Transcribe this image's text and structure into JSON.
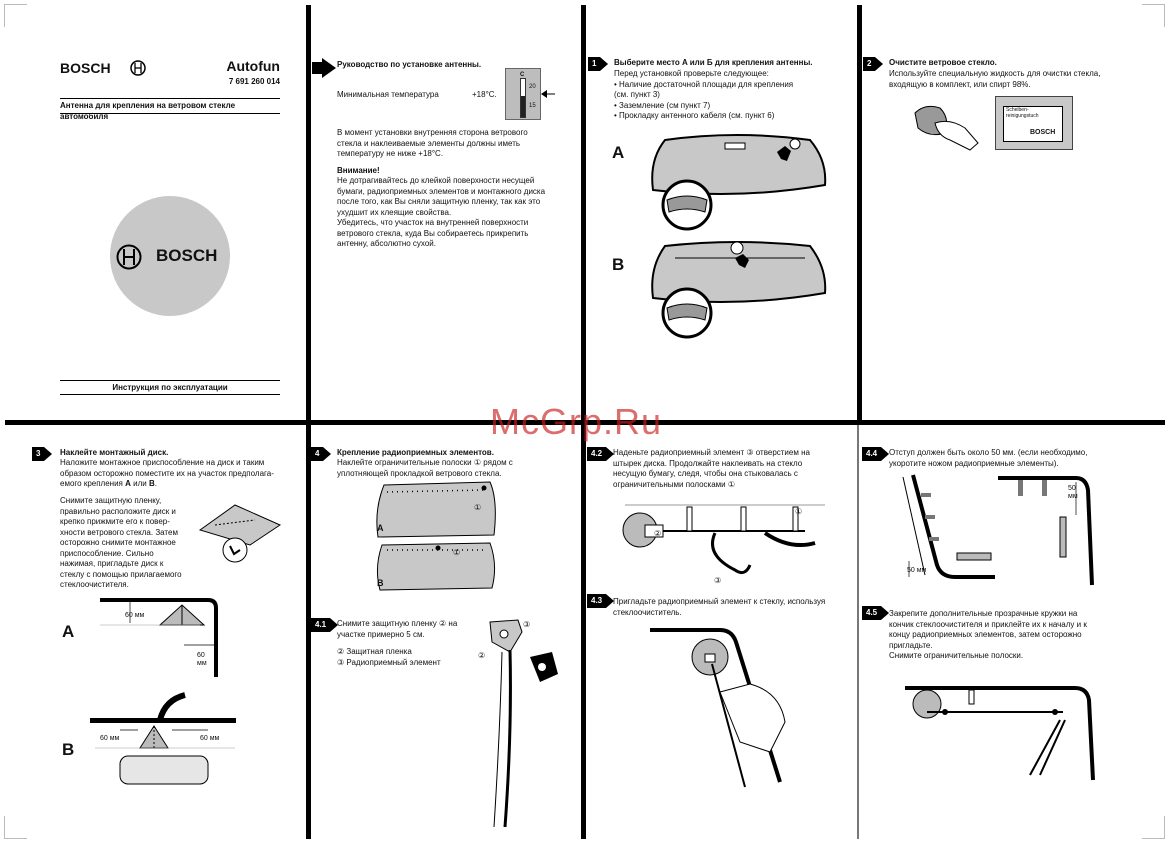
{
  "cover": {
    "brand": "BOSCH",
    "product": "Autofun",
    "part_number": "7 691 260 014",
    "subtitle": "Антенна для крепления на ветровом стекле автомобиля",
    "logo_text": "BOSCH",
    "footer": "Инструкция по эксплуатации"
  },
  "intro": {
    "title": "Руководство по установке антенны.",
    "min_temp_label": "Минимальная температура",
    "min_temp_value": "+18°C.",
    "thermo_unit": "C",
    "thermo_20": "20",
    "thermo_15": "15",
    "para1": "В момент установки внутренняя сторона ветрового\nстекла и наклеиваемые элементы должны иметь\nтемпературу не ниже +18°C.",
    "warning_title": "Внимание!",
    "warning_text": "Не дотрагивайтесь до клейкой поверхности несущей\nбумаги, радиоприемных элементов и монтажного диска\nпосле того, как Вы сняли защитную пленку, так как это\nухудшит их клеящие свойства.\nУбедитесь, что участок на внутренней поверхности\nветрового стекла, куда Вы собираетесь прикрепить\nантенну, абсолютно сухой."
  },
  "step1": {
    "num": "1",
    "title": "Выберите место A или Б для крепления антенны.",
    "text": "Перед установкой проверьте следующее:\n• Наличие достаточной площади для крепления\n   (см. пункт 3)\n• Заземление  (см пункт 7)\n• Прокладку антенного кабеля (см. пункт 6)",
    "label_a": "A",
    "label_b": "B"
  },
  "step2": {
    "num": "2",
    "title": "Очистите ветровое стекло.",
    "text": "Используйте специальную жидкость для очистки стекла,\nвходящую в комплект, или спирт 98%.",
    "pack_text": "Scheiben-\nreinigungstuch",
    "pack_brand": "BOSCH"
  },
  "watermark": "McGrp.Ru",
  "step3": {
    "num": "3",
    "title": "Наклейте монтажный диск.",
    "text1": "Наложите монтажное приспособление на диск и таким\nобразом осторожно поместите их на участок предполага-\nемого крепления ",
    "text1_a": "A",
    "text1_mid": " или ",
    "text1_b": "B",
    "text2": "Снимите защитную пленку,\nправильно расположите диск и\nкрепко прижмите его к повер-\nхности ветрового стекла. Затем\nосторожно снимите монтажное\nприспособление. Сильно\nнажимая, пригладьте диск к\nстеклу с помощью прилагаемого\nстеклоочистителя.",
    "label_a": "A",
    "label_b": "B",
    "dim_60_1": "60 мм",
    "dim_60_2": "60\nмм",
    "dim_60_3": "60 мм",
    "dim_60_4": "60 мм"
  },
  "step4": {
    "num": "4",
    "title": "Крепление радиоприемных элементов.",
    "text": "Наклейте ограничительные полоски ① рядом с\nуплотняющей прокладкой ветрового стекла.",
    "label_a": "A",
    "label_b": "B",
    "mark_1": "①"
  },
  "step41": {
    "num": "4.1",
    "text": "Снимите защитную пленку ② на\nучастке примерно 5 см.",
    "legend": "② Защитная пленка\n③ Радиоприемный элемент",
    "mark_2": "②",
    "mark_3": "③"
  },
  "step42": {
    "num": "4.2",
    "text": "Наденьте радиоприемный элемент ③ отверстием на\nштырек диска. Продолжайте наклеивать на стекло\nнесущую бумагу, следя, чтобы она стыковалась с\nограничительными полосками ①",
    "mark_1": "①",
    "mark_2": "②",
    "mark_3": "③"
  },
  "step43": {
    "num": "4.3",
    "text": "Пригладьте радиоприемный элемент к стеклу, используя\nстеклоочиститель."
  },
  "step44": {
    "num": "4.4",
    "text": "Отступ должен быть около 50 мм. (если необходимо,\nукоротите ножом радиоприемные элементы).",
    "dim_50_1": "50 мм",
    "dim_50_2": "50\nмм"
  },
  "step45": {
    "num": "4.5",
    "text": "Закрепите дополнительные прозрачные кружки на\nкончик стеклоочистителя и приклейте их к началу и к\nконцу радиоприемных элементов, затем осторожно\nпригладьте.\nСнимите ограничительные полоски."
  }
}
